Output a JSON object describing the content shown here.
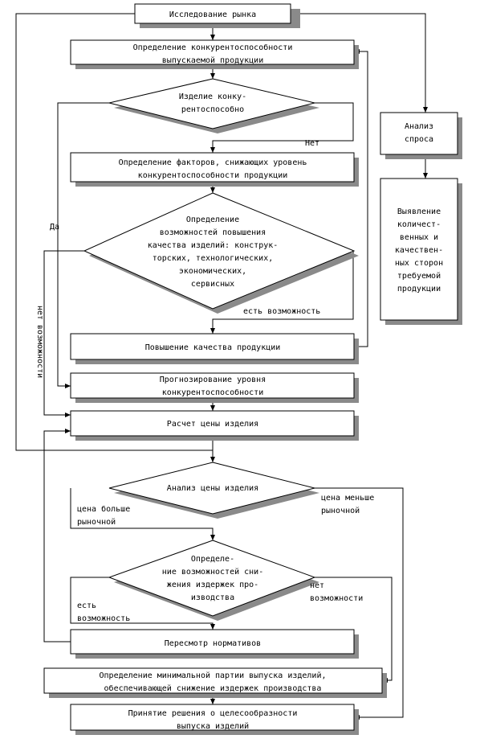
{
  "diagram": {
    "nodes": {
      "market_research": [
        "Исследование рынка"
      ],
      "competitiveness": [
        "Определение конкурентоспособности",
        "выпускаемой продукции"
      ],
      "is_competitive": [
        "Изделие конку-",
        "рентоспособно"
      ],
      "factors": [
        "Определение факторов, снижающих уровень",
        "конкурентоспособности продукции"
      ],
      "possibilities": [
        "Определение",
        "возможностей повышения",
        "качества изделий: конструк-",
        "торских, технологических,",
        "экономических,",
        "сервисных"
      ],
      "quality_up": [
        "Повышение качества продукции"
      ],
      "forecast": [
        "Прогнозирование уровня",
        "конкурентоспособности"
      ],
      "price_calc": [
        "Расчет цены изделия"
      ],
      "price_analysis": [
        "Анализ цены изделия"
      ],
      "cost_reduction": [
        "Определе-",
        "ние возможностей сни-",
        "жения издержек про-",
        "изводства"
      ],
      "norms_review": [
        "Пересмотр нормативов"
      ],
      "min_batch": [
        "Определение минимальной партии выпуска изделий,",
        "обеспечивающей снижение издержек производства"
      ],
      "decision": [
        "Принятие решения о целесообразности",
        "выпуска изделий"
      ],
      "demand": [
        "Анализ",
        "спроса"
      ],
      "demand_sides": [
        "Выявление",
        "количест-",
        "венных и",
        "качествен-",
        "ных сторон",
        "требуемой",
        "продукции"
      ]
    },
    "edge_labels": {
      "no": [
        "Нет"
      ],
      "yes": [
        "Да"
      ],
      "has_possibility": [
        "есть возможность"
      ],
      "no_possibility_vertical": "нет возможности",
      "price_higher": [
        "цена больше",
        "рыночной"
      ],
      "price_lower": [
        "цена меньше",
        "рыночной"
      ],
      "cost_has": [
        "есть",
        "возможность"
      ],
      "cost_none": [
        "нет",
        "возможности"
      ]
    }
  },
  "colors": {
    "line": "#000000",
    "shadow": "#8a8a8a",
    "fill": "#ffffff"
  }
}
